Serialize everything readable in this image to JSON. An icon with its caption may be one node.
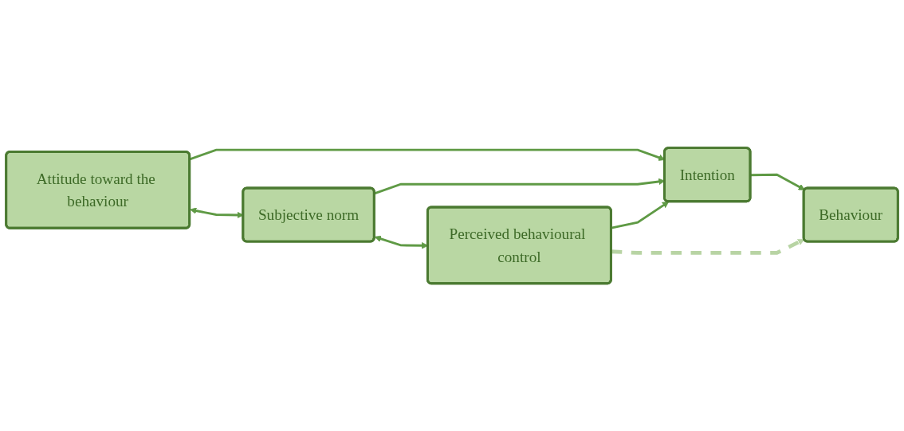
{
  "diagram": {
    "nodes": [
      {
        "text": [
          "Attitude toward the behaviour"
        ]
      },
      {
        "text": [
          "Subjective norm"
        ]
      },
      {
        "text": [
          "Perceived behavioural control"
        ]
      },
      {
        "text": [
          "Intention"
        ]
      },
      {
        "text": [
          "Behaviour"
        ]
      }
    ],
    "edges": [
      {
        "from": 0,
        "to": 1,
        "arrow": "both"
      },
      {
        "from": 1,
        "to": 2,
        "arrow": "both"
      },
      {
        "from": 0,
        "to": 3,
        "arrow": "to"
      },
      {
        "from": 1,
        "to": 3,
        "arrow": "to"
      },
      {
        "from": 2,
        "to": 3,
        "arrow": "to"
      },
      {
        "from": 3,
        "to": 4,
        "arrow": "to"
      },
      {
        "from": 2,
        "to": 4,
        "arrow": "to",
        "style": "dashed",
        "color": "#b8d4a4"
      }
    ]
  }
}
